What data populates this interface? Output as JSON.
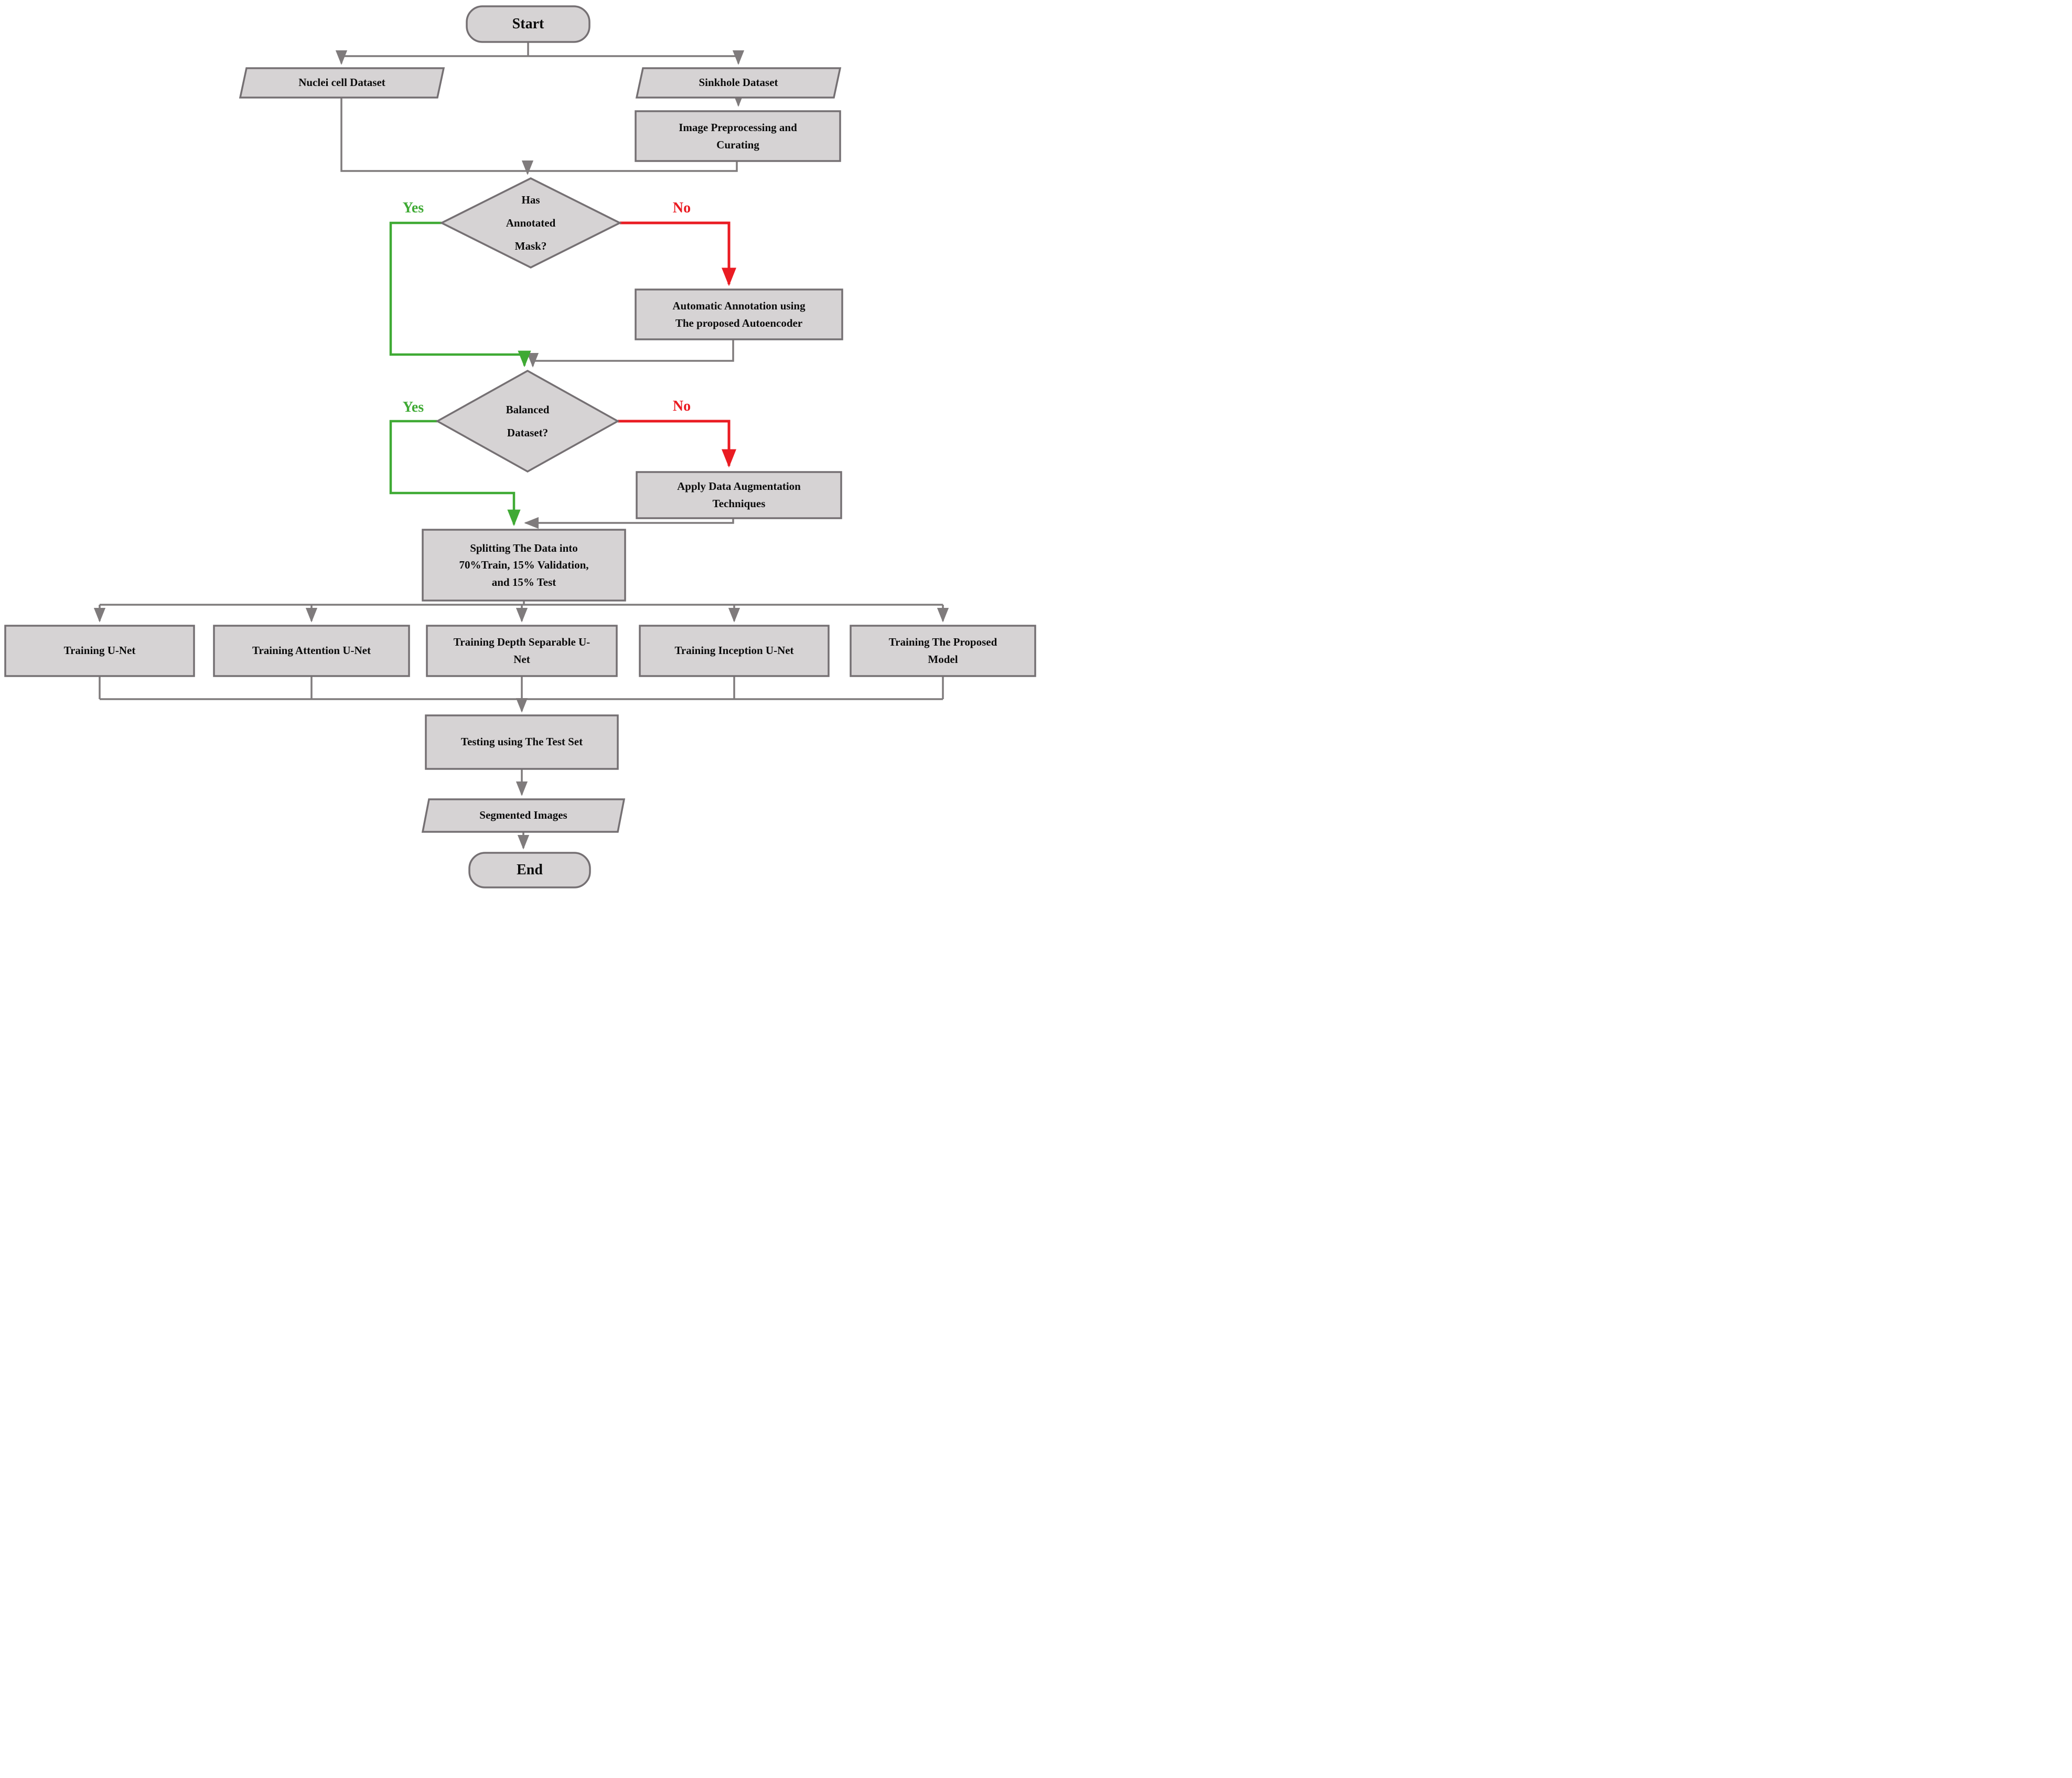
{
  "nodes": {
    "start": {
      "label": "Start"
    },
    "nuclei_dataset": {
      "label": "Nuclei cell Dataset"
    },
    "sinkhole_dataset": {
      "label": "Sinkhole Dataset"
    },
    "preprocessing": {
      "label": "Image Preprocessing and\nCurating"
    },
    "mask_decision": {
      "label": "Has\nAnnotated\nMask?"
    },
    "auto_annotation": {
      "label": "Automatic Annotation using\nThe proposed Autoencoder"
    },
    "balanced_decision": {
      "label": "Balanced\nDataset?"
    },
    "augmentation": {
      "label": "Apply Data Augmentation\nTechniques"
    },
    "splitting": {
      "label": "Splitting The Data into\n70%Train, 15% Validation,\nand 15% Test"
    },
    "train_unet": {
      "label": "Training U-Net"
    },
    "train_attention": {
      "label": "Training Attention U-Net"
    },
    "train_depth_separable": {
      "label": "Training Depth Separable U-\nNet"
    },
    "train_inception": {
      "label": "Training Inception U-Net"
    },
    "train_proposed": {
      "label": "Training The Proposed\nModel"
    },
    "testing": {
      "label": "Testing using The Test Set"
    },
    "segmented_images": {
      "label": "Segmented Images"
    },
    "end": {
      "label": "End"
    }
  },
  "edge_labels": {
    "mask_yes": "Yes",
    "mask_no": "No",
    "balanced_yes": "Yes",
    "balanced_no": "No"
  },
  "colors": {
    "node_fill": "#d6d3d4",
    "node_border": "#757073",
    "line_gray": "#7f7b7c",
    "yes_green": "#3faa34",
    "no_red": "#ea1b22",
    "text_black": "#0b0b0b"
  }
}
